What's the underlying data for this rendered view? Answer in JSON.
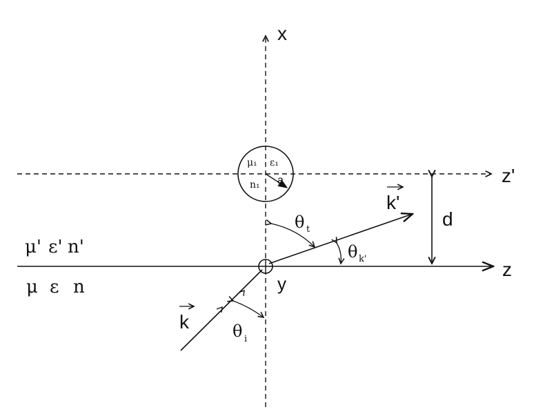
{
  "axes": {
    "x_label": "x",
    "z_label": "z",
    "z_prime_label": "z'",
    "y_label": "y"
  },
  "sphere": {
    "mu": "μ₁",
    "epsilon": "ε₁",
    "n": "n₁",
    "radius_label": "a"
  },
  "distance_label": "d",
  "upper_medium": {
    "mu": "μ'",
    "epsilon": "ε'",
    "n": "n'"
  },
  "lower_medium": {
    "mu": "μ",
    "epsilon": "ε",
    "n": "n"
  },
  "vectors": {
    "k": "k",
    "k_prime": "k'"
  },
  "angles": {
    "theta_i": "θ",
    "theta_i_sub": "i",
    "theta_t": "θ",
    "theta_t_sub": "t",
    "theta_k": "θ",
    "theta_k_sub": "k'"
  }
}
